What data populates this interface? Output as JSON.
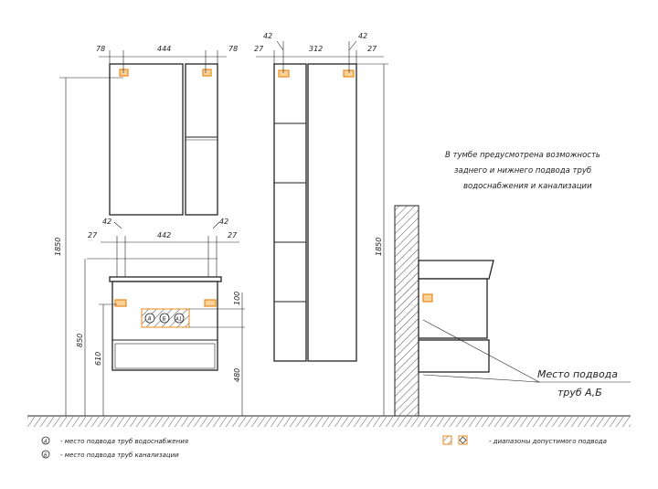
{
  "mirror_cabinet": {
    "dim_left": "78",
    "dim_width": "444",
    "dim_right": "78",
    "dim_height": "1850"
  },
  "vanity": {
    "dim_hook_left": "42",
    "dim_hook_right": "42",
    "dim_left": "27",
    "dim_width": "442",
    "dim_right": "27",
    "dim_height": "850",
    "dim_pipe_height": "610",
    "dim_zone": "100",
    "dim_zone_bottom": "480",
    "marker_a": "А",
    "marker_b": "Б",
    "marker_a1": "А1"
  },
  "tall_cabinet": {
    "dim_hook_left": "42",
    "dim_hook_right": "42",
    "dim_left": "27",
    "dim_width": "312",
    "dim_right": "27",
    "dim_height": "1850"
  },
  "note": {
    "line1": "В тумбе предусмотрена возможность",
    "line2": "заднего и нижнего подвода труб",
    "line3": "водоснабжения и канализации"
  },
  "callout": {
    "line1": "Место подвода",
    "line2": "труб А,Б"
  },
  "legend": {
    "a_symbol": "А",
    "a_text": "- место подвода труб водоснабжения",
    "b_symbol": "Б",
    "b_text": "- место подвода труб канализации",
    "range_text": "- диапазоны допустимого подвода"
  },
  "colors": {
    "accent": "#e8891a",
    "line": "#222222"
  }
}
